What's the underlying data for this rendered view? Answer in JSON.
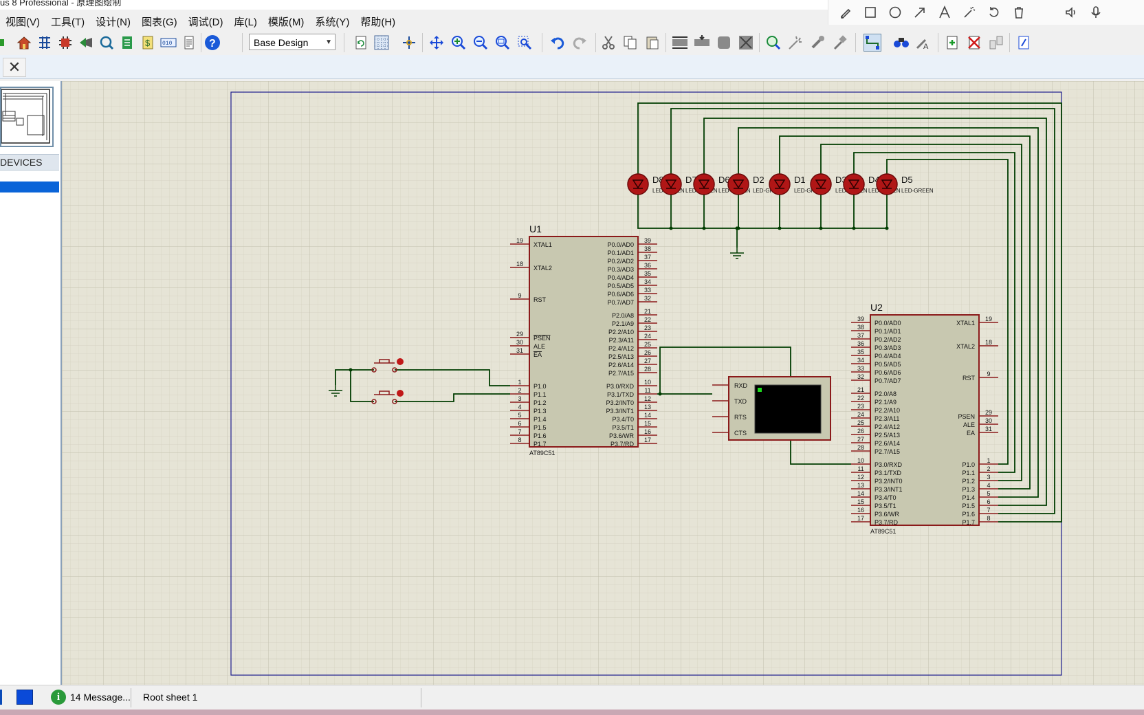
{
  "window": {
    "title": "us 8 Professional - 原理图绘制"
  },
  "menu": {
    "items": [
      "视图(V)",
      "工具(T)",
      "设计(N)",
      "图表(G)",
      "调试(D)",
      "库(L)",
      "模版(M)",
      "系统(Y)",
      "帮助(H)"
    ]
  },
  "annotation_toolbar": {
    "icons": [
      "pencil-icon",
      "rectangle-icon",
      "circle-icon",
      "arrow-icon",
      "text-icon",
      "magic-wand-icon",
      "undo-icon",
      "trash-icon",
      "speaker-icon",
      "microphone-icon"
    ]
  },
  "toolbar": {
    "layer_select": "Base Design"
  },
  "left_panel": {
    "devices_header": "DEVICES"
  },
  "schematic": {
    "u1": {
      "ref": "U1",
      "part": "AT89C51",
      "left_pins": [
        [
          "19",
          "XTAL1"
        ],
        [
          "18",
          "XTAL2"
        ],
        [
          "9",
          "RST"
        ],
        [
          "29",
          "PSEN"
        ],
        [
          "30",
          "ALE"
        ],
        [
          "31",
          "EA"
        ],
        [
          "1",
          "P1.0"
        ],
        [
          "2",
          "P1.1"
        ],
        [
          "3",
          "P1.2"
        ],
        [
          "4",
          "P1.3"
        ],
        [
          "5",
          "P1.4"
        ],
        [
          "6",
          "P1.5"
        ],
        [
          "7",
          "P1.6"
        ],
        [
          "8",
          "P1.7"
        ]
      ],
      "right_pins": [
        [
          "39",
          "P0.0/AD0"
        ],
        [
          "38",
          "P0.1/AD1"
        ],
        [
          "37",
          "P0.2/AD2"
        ],
        [
          "36",
          "P0.3/AD3"
        ],
        [
          "35",
          "P0.4/AD4"
        ],
        [
          "34",
          "P0.5/AD5"
        ],
        [
          "33",
          "P0.6/AD6"
        ],
        [
          "32",
          "P0.7/AD7"
        ],
        [
          "21",
          "P2.0/A8"
        ],
        [
          "22",
          "P2.1/A9"
        ],
        [
          "23",
          "P2.2/A10"
        ],
        [
          "24",
          "P2.3/A11"
        ],
        [
          "25",
          "P2.4/A12"
        ],
        [
          "26",
          "P2.5/A13"
        ],
        [
          "27",
          "P2.6/A14"
        ],
        [
          "28",
          "P2.7/A15"
        ],
        [
          "10",
          "P3.0/RXD"
        ],
        [
          "11",
          "P3.1/TXD"
        ],
        [
          "12",
          "P3.2/INT0"
        ],
        [
          "13",
          "P3.3/INT1"
        ],
        [
          "14",
          "P3.4/T0"
        ],
        [
          "15",
          "P3.5/T1"
        ],
        [
          "16",
          "P3.6/WR"
        ],
        [
          "17",
          "P3.7/RD"
        ]
      ]
    },
    "u2": {
      "ref": "U2",
      "part": "AT89C51",
      "left_pins": [
        [
          "39",
          "P0.0/AD0"
        ],
        [
          "38",
          "P0.1/AD1"
        ],
        [
          "37",
          "P0.2/AD2"
        ],
        [
          "36",
          "P0.3/AD3"
        ],
        [
          "35",
          "P0.4/AD4"
        ],
        [
          "34",
          "P0.5/AD5"
        ],
        [
          "33",
          "P0.6/AD6"
        ],
        [
          "32",
          "P0.7/AD7"
        ],
        [
          "21",
          "P2.0/A8"
        ],
        [
          "22",
          "P2.1/A9"
        ],
        [
          "23",
          "P2.2/A10"
        ],
        [
          "24",
          "P2.3/A11"
        ],
        [
          "25",
          "P2.4/A12"
        ],
        [
          "26",
          "P2.5/A13"
        ],
        [
          "27",
          "P2.6/A14"
        ],
        [
          "28",
          "P2.7/A15"
        ],
        [
          "10",
          "P3.0/RXD"
        ],
        [
          "11",
          "P3.1/TXD"
        ],
        [
          "12",
          "P3.2/INT0"
        ],
        [
          "13",
          "P3.3/INT1"
        ],
        [
          "14",
          "P3.4/T0"
        ],
        [
          "15",
          "P3.5/T1"
        ],
        [
          "16",
          "P3.6/WR"
        ],
        [
          "17",
          "P3.7/RD"
        ]
      ],
      "right_pins": [
        [
          "19",
          "XTAL1"
        ],
        [
          "18",
          "XTAL2"
        ],
        [
          "9",
          "RST"
        ],
        [
          "29",
          "PSEN"
        ],
        [
          "30",
          "ALE"
        ],
        [
          "31",
          "EA"
        ],
        [
          "1",
          "P1.0"
        ],
        [
          "2",
          "P1.1"
        ],
        [
          "3",
          "P1.2"
        ],
        [
          "4",
          "P1.3"
        ],
        [
          "5",
          "P1.4"
        ],
        [
          "6",
          "P1.5"
        ],
        [
          "7",
          "P1.6"
        ],
        [
          "8",
          "P1.7"
        ]
      ]
    },
    "terminal": {
      "pins": [
        "RXD",
        "TXD",
        "RTS",
        "CTS"
      ]
    },
    "leds": {
      "refs": [
        "D8",
        "D7",
        "D6",
        "D2",
        "D1",
        "D3",
        "D4",
        "D5"
      ],
      "value": "LED-GREEN"
    }
  },
  "status": {
    "messages": "14 Message...",
    "sheet": "Root sheet 1"
  },
  "colors": {
    "canvas_bg": "#e6e4d6",
    "grid_minor": "#d3d1c0",
    "grid_major": "#c2c0ae",
    "wire": "#003c00",
    "component_body": "#c8c8b0",
    "component_border": "#8b1a1a",
    "led": "#b01616",
    "sheet_border": "#1c1c8c"
  }
}
